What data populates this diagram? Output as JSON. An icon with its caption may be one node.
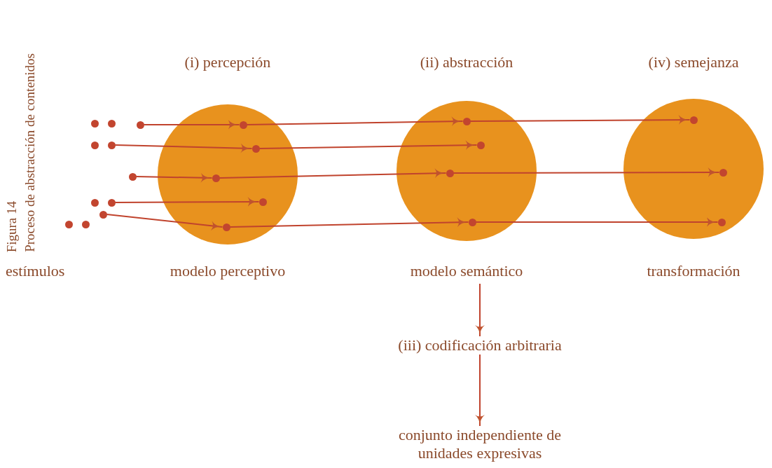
{
  "diagram": {
    "title": "Figura 14",
    "caption": "Proceso de abstracción de contenidos",
    "nodes": [
      {
        "text": [],
        "shape": "circle"
      },
      {
        "text": [],
        "shape": "circle"
      },
      {
        "text": [],
        "shape": "circle"
      },
      {
        "text": [],
        "shape": "circle"
      },
      {
        "text": [],
        "shape": "circle"
      },
      {
        "text": [],
        "shape": "circle"
      },
      {
        "text": [],
        "shape": "circle"
      },
      {
        "text": [],
        "shape": "circle"
      },
      {
        "text": [],
        "shape": "circle"
      },
      {
        "text": [],
        "shape": "circle"
      },
      {
        "text": [],
        "shape": "circle"
      },
      {
        "text": [],
        "shape": "circle",
        "beside": [
          "(i) percepción",
          "modelo perceptivo"
        ]
      },
      {
        "text": [],
        "shape": "circle",
        "in": 11
      },
      {
        "text": [],
        "shape": "circle",
        "in": 11
      },
      {
        "text": [],
        "shape": "circle",
        "in": 11
      },
      {
        "text": [],
        "shape": "circle",
        "in": 11
      },
      {
        "text": [],
        "shape": "circle",
        "in": 11
      },
      {
        "text": [],
        "shape": "circle",
        "beside": [
          "(ii) abstracción",
          "modelo semántico"
        ]
      },
      {
        "text": [],
        "shape": "circle",
        "in": 17
      },
      {
        "text": [],
        "shape": "circle",
        "in": 17
      },
      {
        "text": [],
        "shape": "circle",
        "in": 17
      },
      {
        "text": [],
        "shape": "circle",
        "in": 17
      },
      {
        "text": [],
        "shape": "circle",
        "beside": [
          "(iv) semejanza",
          "transformación"
        ]
      },
      {
        "text": [],
        "shape": "circle",
        "in": 22
      },
      {
        "text": [],
        "shape": "circle",
        "in": 22
      },
      {
        "text": [],
        "shape": "circle",
        "in": 22
      },
      {
        "text": [
          "(iii) codificación arbitraria"
        ]
      },
      {
        "text": [
          "conjunto independiente de unidades expresivas"
        ]
      }
    ],
    "edges": [
      {
        "from": 2,
        "to": 12,
        "arrow": "to"
      },
      {
        "from": 4,
        "to": 13,
        "arrow": "to"
      },
      {
        "from": 5,
        "to": 14,
        "arrow": "to"
      },
      {
        "from": 7,
        "to": 15,
        "arrow": "to"
      },
      {
        "from": 8,
        "to": 16,
        "arrow": "to"
      },
      {
        "from": 12,
        "to": 18,
        "arrow": "to"
      },
      {
        "from": 13,
        "to": 19,
        "arrow": "to"
      },
      {
        "from": 14,
        "to": 20,
        "arrow": "to"
      },
      {
        "from": 16,
        "to": 21,
        "arrow": "to"
      },
      {
        "from": 18,
        "to": 23,
        "arrow": "to"
      },
      {
        "from": 20,
        "to": 24,
        "arrow": "to"
      },
      {
        "from": 21,
        "to": 25,
        "arrow": "to"
      },
      {
        "from": 17,
        "to": 26,
        "arrow": "to"
      },
      {
        "from": 26,
        "to": 27,
        "arrow": "to"
      }
    ],
    "labels": [
      "estímulos"
    ]
  }
}
